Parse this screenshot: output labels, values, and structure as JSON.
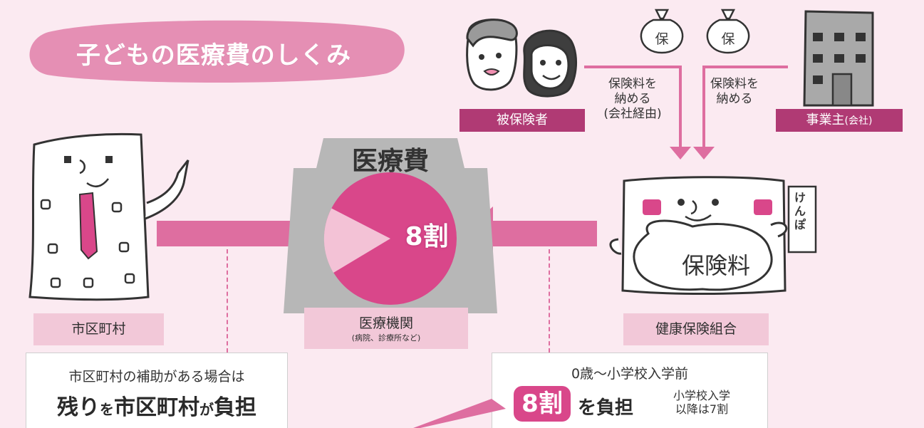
{
  "title": "子どもの医療費のしくみ",
  "icons": {
    "money_bag_1": "保",
    "money_bag_2": "保"
  },
  "insured": {
    "label": "被保険者",
    "premium_note_line1": "保険料を",
    "premium_note_line2": "納める",
    "premium_note_line3": "(会社経由)"
  },
  "employer": {
    "label_main": "事業主",
    "label_sub": "(会社)",
    "premium_note_line1": "保険料を",
    "premium_note_line2": "納める"
  },
  "hospital": {
    "header": "医療費",
    "share": "8割",
    "label": "医療機関",
    "sublabel": "(病院、診療所など)"
  },
  "municipality": {
    "label": "市区町村",
    "box_line1": "市区町村の補助がある場合は",
    "box_line2_a": "残り",
    "box_line2_b": "を",
    "box_line2_c": "市区町村",
    "box_line2_d": "が",
    "box_line2_e": "負担"
  },
  "union": {
    "label": "健康保険組合",
    "bag_text": "保険料",
    "sign_text": "けんぽ",
    "box_line1": "0歳〜小学校入学前",
    "box_share": "8割",
    "box_action": "を負担",
    "box_note_line1": "小学校入学",
    "box_note_line2": "以降は7割"
  },
  "colors": {
    "background": "#fbeaf1",
    "accent": "#d9478a",
    "arrow": "#de6ea0",
    "label_bg": "#f2c8d8",
    "dark_label": "#b03a74",
    "building_gray": "#bdbdbd"
  }
}
